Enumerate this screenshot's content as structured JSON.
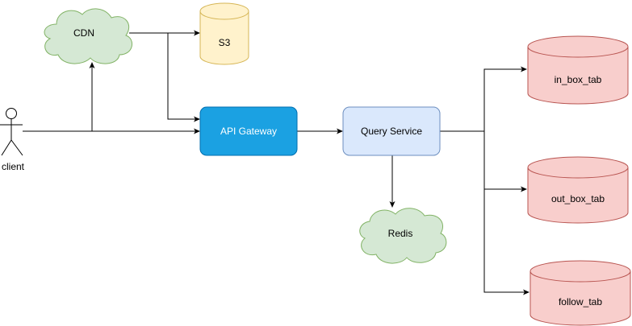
{
  "nodes": {
    "client": {
      "label": "client",
      "shape": "actor"
    },
    "cdn": {
      "label": "CDN",
      "shape": "cloud",
      "fill": "#d5e8d4",
      "stroke": "#82b366"
    },
    "s3": {
      "label": "S3",
      "shape": "cylinder",
      "fill": "#fff2cc",
      "stroke": "#d6b656"
    },
    "api_gateway": {
      "label": "API Gateway",
      "shape": "rounded-rect",
      "fill": "#1ba1e2",
      "stroke": "#006eaf",
      "text_color": "#ffffff"
    },
    "query_service": {
      "label": "Query Service",
      "shape": "rounded-rect",
      "fill": "#dae8fc",
      "stroke": "#6c8ebf"
    },
    "redis": {
      "label": "Redis",
      "shape": "cloud",
      "fill": "#d5e8d4",
      "stroke": "#82b366"
    },
    "in_box_tab": {
      "label": "in_box_tab",
      "shape": "cylinder",
      "fill": "#f8cecc",
      "stroke": "#b85450"
    },
    "out_box_tab": {
      "label": "out_box_tab",
      "shape": "cylinder",
      "fill": "#f8cecc",
      "stroke": "#b85450"
    },
    "follow_tab": {
      "label": "follow_tab",
      "shape": "cylinder",
      "fill": "#f8cecc",
      "stroke": "#b85450"
    }
  },
  "edges": [
    {
      "from": "client",
      "to": "cdn"
    },
    {
      "from": "client",
      "to": "api_gateway"
    },
    {
      "from": "cdn",
      "to": "s3"
    },
    {
      "from": "cdn",
      "to": "api_gateway"
    },
    {
      "from": "api_gateway",
      "to": "query_service"
    },
    {
      "from": "query_service",
      "to": "redis"
    },
    {
      "from": "query_service",
      "to": "in_box_tab"
    },
    {
      "from": "query_service",
      "to": "out_box_tab"
    },
    {
      "from": "query_service",
      "to": "follow_tab"
    }
  ],
  "edge_color": "#000000"
}
